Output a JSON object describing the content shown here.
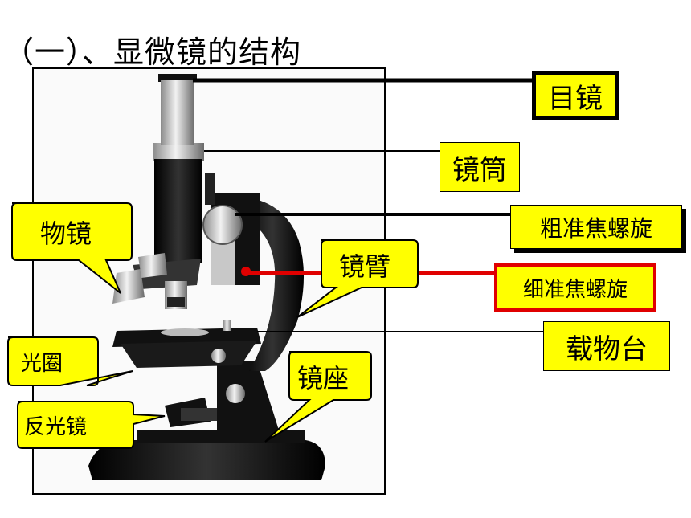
{
  "title": "（一）、显微镜的结构",
  "labels": {
    "eyepiece": "目镜",
    "tube": "镜筒",
    "coarse_focus": "粗准焦螺旋",
    "fine_focus": "细准焦螺旋",
    "stage": "载物台",
    "arm": "镜臂",
    "base": "镜座",
    "objective": "物镜",
    "diaphragm": "光圈",
    "mirror": "反光镜"
  },
  "colors": {
    "label_fill": "#ffff00",
    "fine_focus_line": "#e00000"
  }
}
